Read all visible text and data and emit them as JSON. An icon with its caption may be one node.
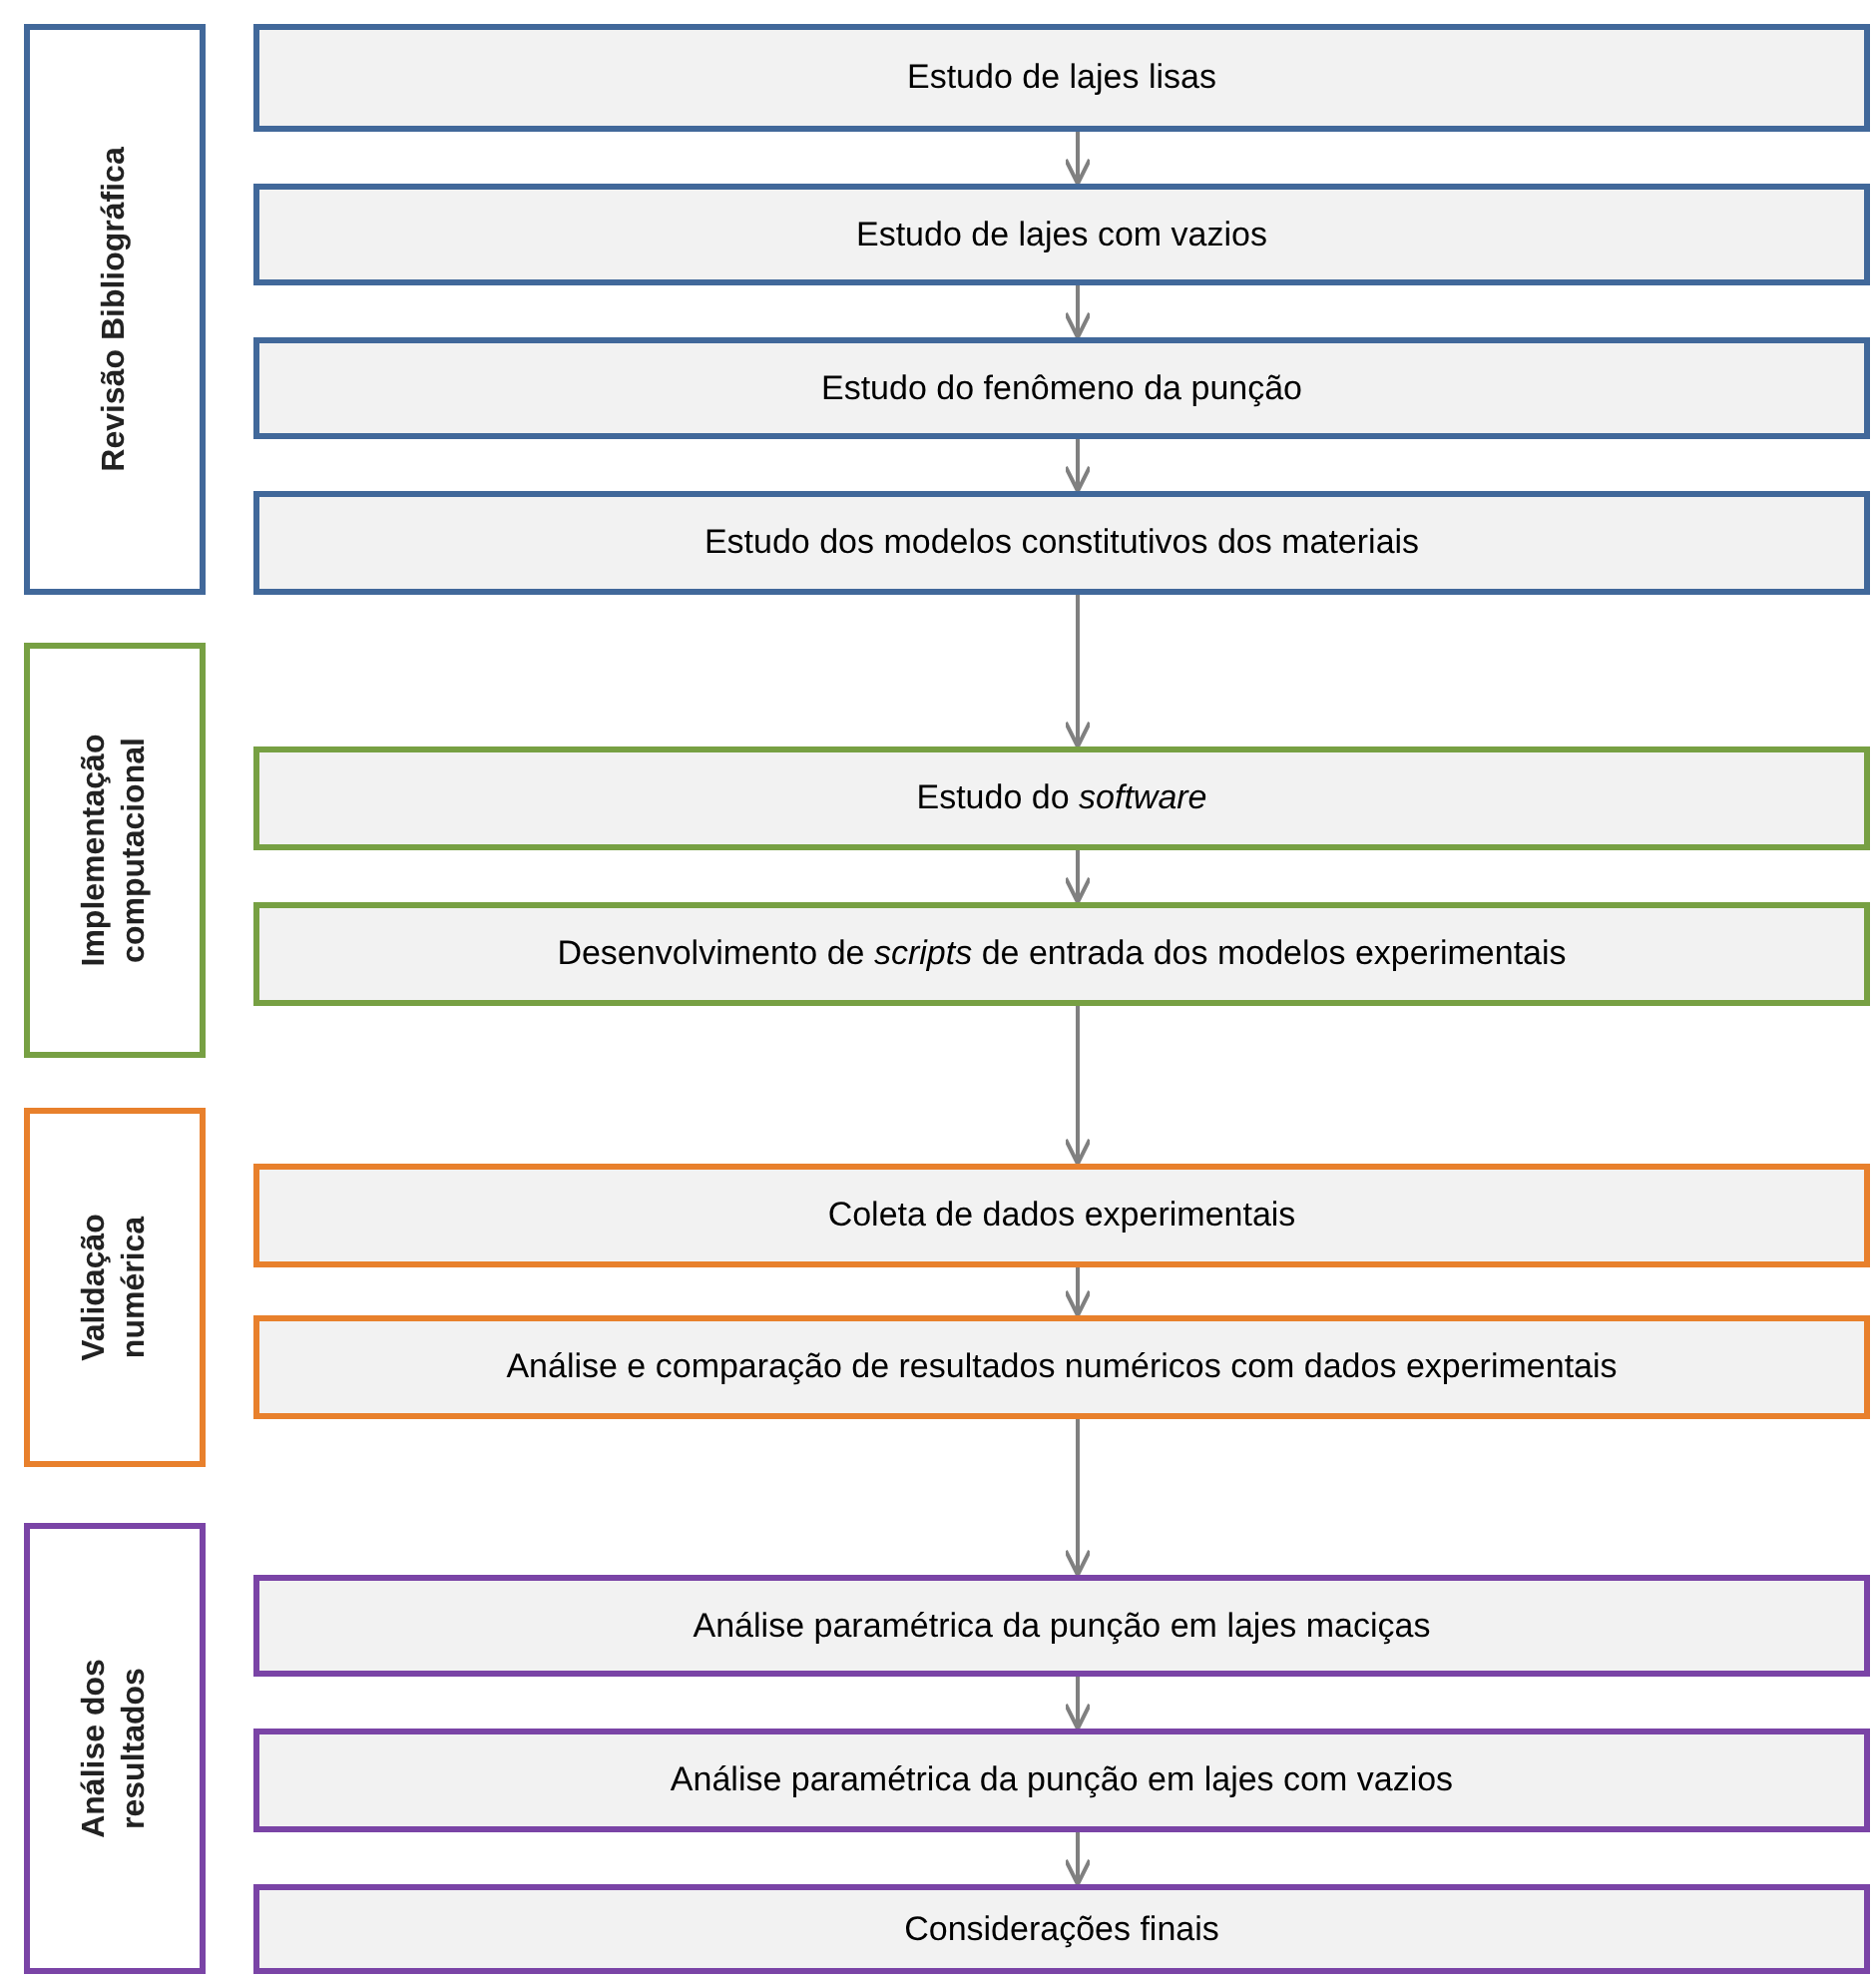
{
  "diagram": {
    "nodes": [
      {
        "text": [
          "Revisão Bibliográfica"
        ]
      },
      {
        "text": [
          "Estudo de lajes lisas"
        ]
      },
      {
        "text": [
          "Estudo de lajes com vazios"
        ]
      },
      {
        "text": [
          "Estudo do fenômeno da punção"
        ]
      },
      {
        "text": [
          "Estudo dos modelos constitutivos dos materiais"
        ]
      },
      {
        "text": [
          "Implementação computacional"
        ]
      },
      {
        "text": [
          "Estudo do *software*"
        ]
      },
      {
        "text": [
          "Desenvolvimento de *scripts* de entrada dos modelos experimentais"
        ]
      },
      {
        "text": [
          "Validação numérica"
        ]
      },
      {
        "text": [
          "Coleta de dados experimentais"
        ]
      },
      {
        "text": [
          "Análise e comparação de resultados numéricos com dados experimentais"
        ]
      },
      {
        "text": [
          "Análise dos resultados"
        ]
      },
      {
        "text": [
          "Análise paramétrica da punção em lajes maciças"
        ]
      },
      {
        "text": [
          "Análise paramétrica da punção em lajes com vazios"
        ]
      },
      {
        "text": [
          "Considerações finais"
        ]
      }
    ],
    "edges": [
      {
        "from": 1,
        "to": 2,
        "arrow": "to"
      },
      {
        "from": 2,
        "to": 3,
        "arrow": "to"
      },
      {
        "from": 3,
        "to": 4,
        "arrow": "to"
      },
      {
        "from": 4,
        "to": 6,
        "arrow": "to"
      },
      {
        "from": 6,
        "to": 7,
        "arrow": "to"
      },
      {
        "from": 7,
        "to": 9,
        "arrow": "to"
      },
      {
        "from": 9,
        "to": 10,
        "arrow": "to"
      },
      {
        "from": 10,
        "to": 12,
        "arrow": "to"
      },
      {
        "from": 12,
        "to": 13,
        "arrow": "to"
      },
      {
        "from": 13,
        "to": 14,
        "arrow": "to"
      }
    ]
  }
}
